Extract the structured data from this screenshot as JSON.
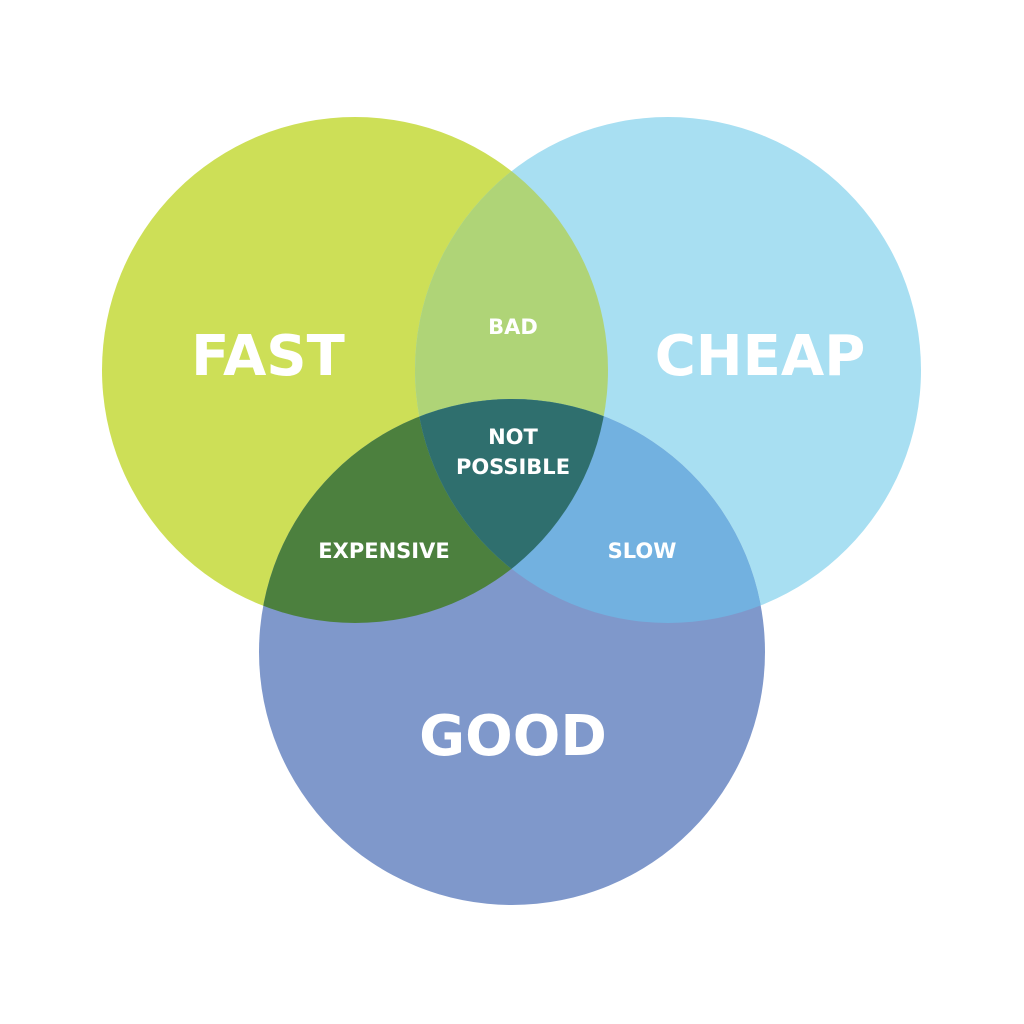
{
  "diagram": {
    "type": "venn-3",
    "colors": {
      "fast": "#cddf57",
      "cheap": "#a8dff2",
      "good": "#7f98cb",
      "fast_cheap": "#afd477",
      "fast_good": "#4c803e",
      "cheap_good": "#72b1e0",
      "all_three": "#2f6f6e",
      "label_text": "#ffffff",
      "background": "#ffffff"
    },
    "sets": {
      "fast": "FAST",
      "cheap": "CHEAP",
      "good": "GOOD"
    },
    "intersections": {
      "fast_cheap": "BAD",
      "fast_good": "EXPENSIVE",
      "cheap_good": "SLOW",
      "all_three_line1": "NOT",
      "all_three_line2": "POSSIBLE"
    }
  }
}
